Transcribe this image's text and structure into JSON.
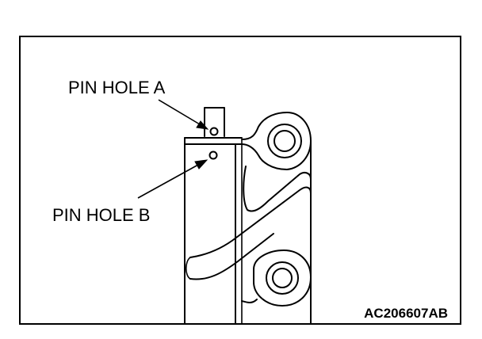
{
  "labels": {
    "pin_hole_a": "PIN HOLE A",
    "pin_hole_b": "PIN HOLE B"
  },
  "figure_code": "AC206607AB",
  "colors": {
    "line": "#000000",
    "background": "#ffffff"
  }
}
